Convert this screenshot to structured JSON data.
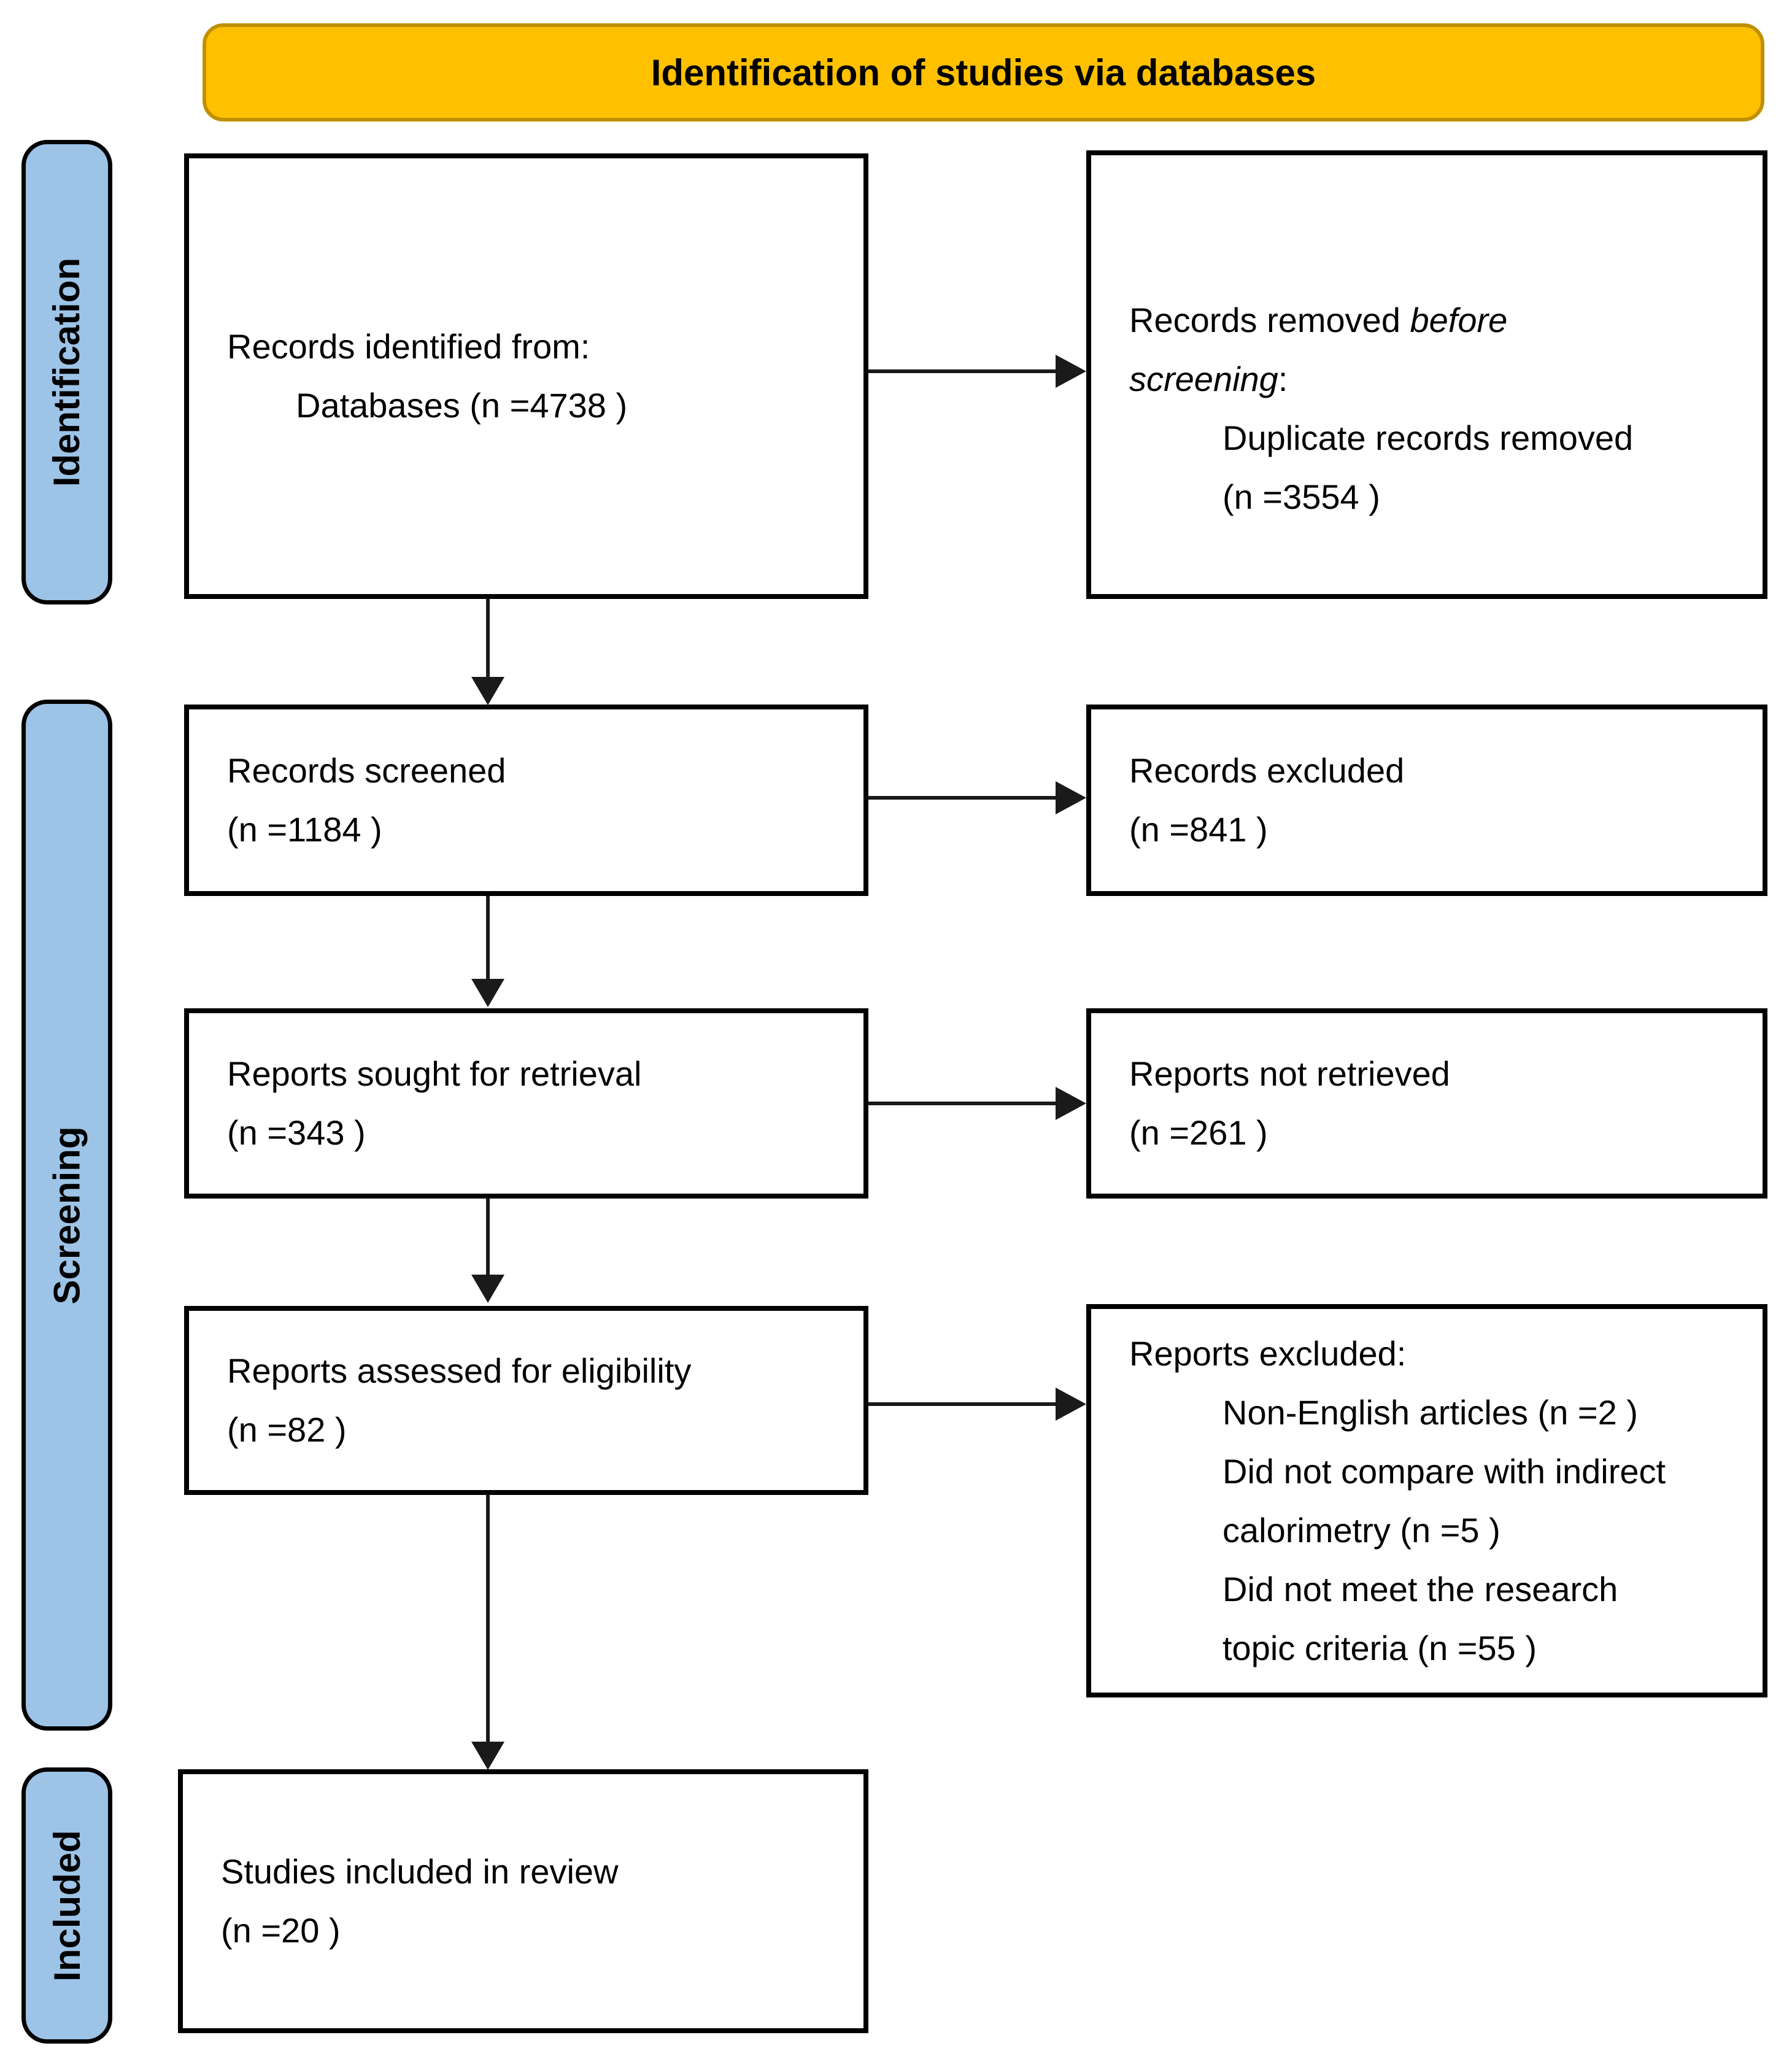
{
  "banner": {
    "label": "Identification of studies via databases"
  },
  "sidebar": {
    "identification": "Identification",
    "screening": "Screening",
    "included": "Included"
  },
  "boxes": {
    "identified": {
      "line1": "Records identified from:",
      "line2": "Databases (n =4738 )"
    },
    "removed": {
      "l1_pre": "Records removed ",
      "l1_italic": "before",
      "l2_italic": "screening",
      "l2_suffix": ":",
      "l3": "Duplicate records removed",
      "l4": "(n =3554 )"
    },
    "screened": {
      "line1": "Records screened",
      "line2": "(n =1184 )"
    },
    "records_excluded": {
      "line1": "Records excluded",
      "line2": "(n =841 )"
    },
    "sought": {
      "line1": "Reports sought for retrieval",
      "line2": "(n =343 )"
    },
    "not_retrieved": {
      "line1": "Reports not retrieved",
      "line2": "(n =261 )"
    },
    "assessed": {
      "line1": "Reports assessed for eligibility",
      "line2": "(n =82 )"
    },
    "reports_excluded": {
      "line1": "Reports excluded:",
      "line2": "Non-English articles (n =2 )",
      "line3": "Did not compare with indirect",
      "line4": "calorimetry (n =5 )",
      "line5": "Did not meet the research",
      "line6": "topic criteria (n =55 )"
    },
    "included": {
      "line1": "Studies included in review",
      "line2": "(n =20 )"
    }
  },
  "colors": {
    "banner_fill": "#FFC000",
    "banner_border": "#BF9000",
    "stage_fill": "#9DC3E6",
    "box_border": "#000000",
    "arrow": "#1a1a1a"
  }
}
